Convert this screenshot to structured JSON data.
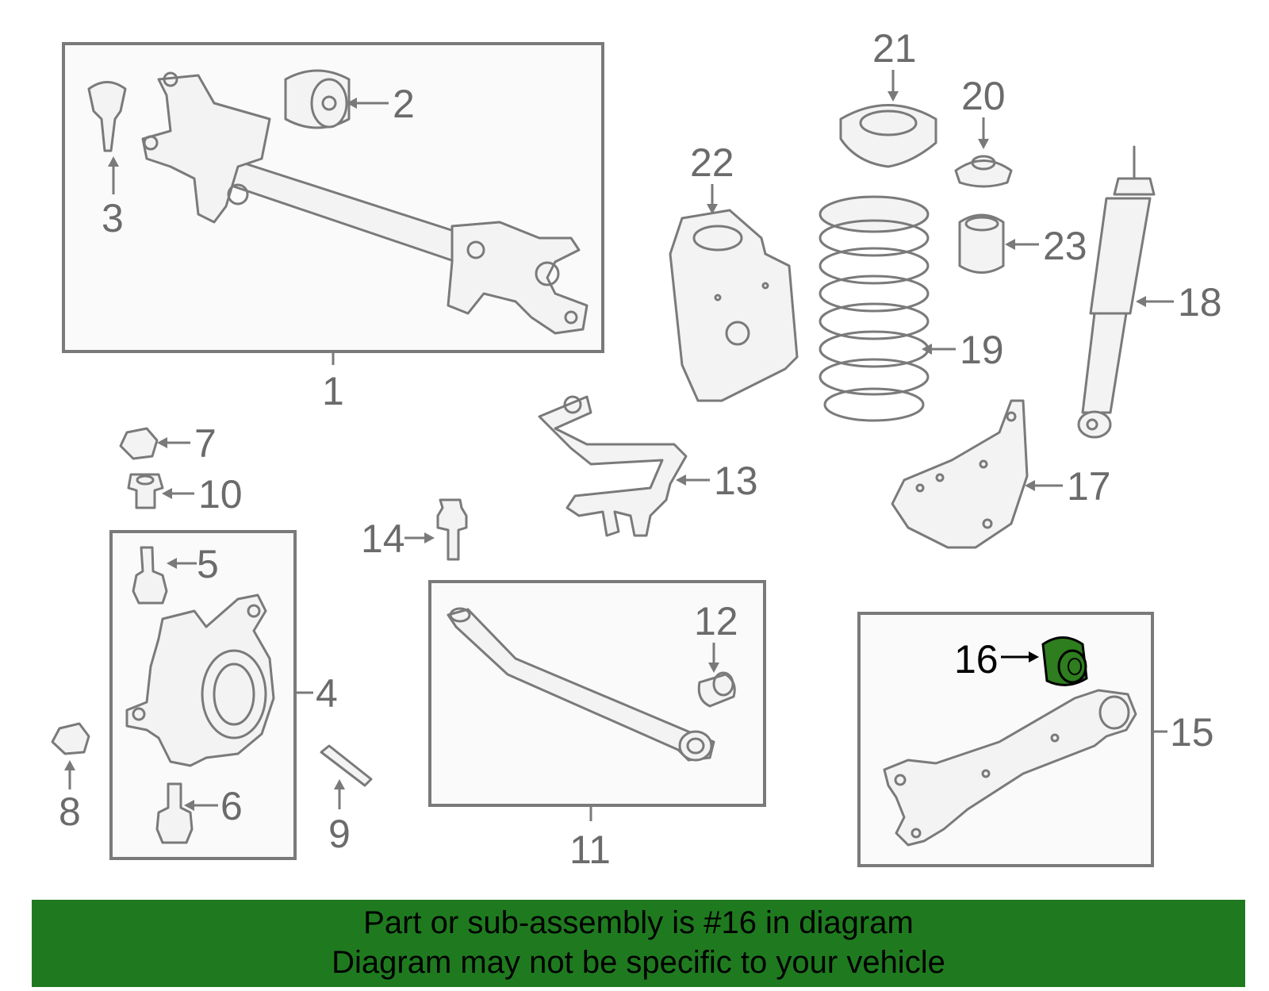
{
  "diagram": {
    "highlight_color": "#2e7d1f",
    "highlighted_part": "16",
    "callouts": {
      "p1": "1",
      "p2": "2",
      "p3": "3",
      "p4": "4",
      "p5": "5",
      "p6": "6",
      "p7": "7",
      "p8": "8",
      "p9": "9",
      "p10": "10",
      "p11": "11",
      "p12": "12",
      "p13": "13",
      "p14": "14",
      "p15": "15",
      "p16": "16",
      "p17": "17",
      "p18": "18",
      "p19": "19",
      "p20": "20",
      "p21": "21",
      "p22": "22",
      "p23": "23"
    }
  },
  "banner": {
    "line1": "Part or sub-assembly is #16 in diagram",
    "line2": "Diagram may not be specific to your vehicle",
    "background": "#1f7a1f"
  }
}
